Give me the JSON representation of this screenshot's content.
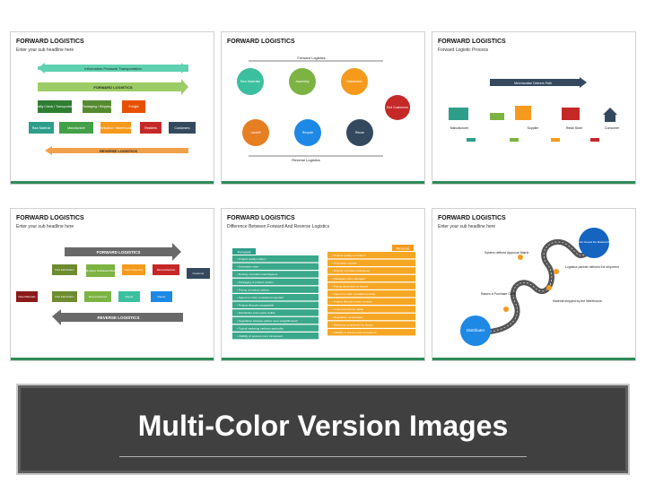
{
  "slides": [
    {
      "title": "FORWARD LOGISTICS",
      "subtitle": "Enter your sub headline here",
      "labels": {
        "info": "Information Products Transportation",
        "forward": "FORWARD LOGISTICS",
        "reverse": "REVERSE LOGISTICS",
        "raw": "Raw Material",
        "qc": "Quality Check / Transportation",
        "mfg": "Manufacture",
        "pack": "Packaging / Shipping",
        "dist": "Distribution / Warehousing",
        "freight": "Freight",
        "ret": "Retailers",
        "cust": "Customers"
      }
    },
    {
      "title": "FORWARD LOGISTICS",
      "subtitle": "Enter your sub headline here",
      "labels": {
        "forward": "Forward Logistics",
        "reverse": "Reverse Logistics",
        "raw": "Raw Materials",
        "assembly": "Assembly",
        "dist": "Distribution",
        "end": "End Customers",
        "landfill": "Landfill",
        "recycle": "Recycle",
        "reuse": "Reuse"
      }
    },
    {
      "title": "FORWARD LOGISTICS",
      "subtitle": "Forward Logistic Process",
      "labels": {
        "path": "Merchandise Delivers Path",
        "mfr": "Manufacturer",
        "sup": "Supplier",
        "retail": "Retail Store",
        "consumer": "Consumer"
      }
    },
    {
      "title": "FORWARD LOGISTICS",
      "subtitle": "Enter your sub headline here",
      "labels": {
        "forward": "FORWARD LOGISTICS",
        "reverse": "REVERSE LOGISTICS",
        "raw": "Raw Materials",
        "pf1": "Part Fabrication",
        "pf2": "Part Fabrication",
        "modules": "Modules Subassemblies",
        "pa": "Parts Assembly",
        "remf": "Remanufacture",
        "remf2": "Remanufacture",
        "repair": "Repair",
        "reuse": "Reuse",
        "customer": "Customer"
      }
    },
    {
      "title": "FORWARD LOGISTICS",
      "subtitle": "Difference Between Forward And Reverse Logistics",
      "forward_header": "Forward",
      "reverse_header": "Reverse",
      "forward_items": [
        "Product quality uniform",
        "Destination clear",
        "Routing of product unambiguous",
        "Packaging of product uniform",
        "Pricing of product uniform",
        "Speed not often considered important",
        "Product lifecycle manageable",
        "Distribution costs easily visible",
        "Negotiation between parties more straightforward",
        "Typical marketing methods applicable",
        "Visibility of process more transparent"
      ],
      "reverse_items": [
        "Product quality not uniform",
        "Destination unclear",
        "Routing of product ambiguous",
        "Packaging often damaged",
        "Pricing dependent on factors",
        "Speed not often considered priority",
        "Product lifecycle issues complex",
        "Costs less directly visible",
        "Negotiation complicated",
        "Marketing complicated by factors",
        "Visibility of process less transparent"
      ]
    },
    {
      "title": "FORWARD LOGISTICS",
      "subtitle": "Enter your sub headline here",
      "labels": {
        "distributor": "Distributer",
        "order": "Raises a Purchase Order",
        "approval": "System defined Approval Matrix",
        "partner": "Logistics partner delivers the shipment",
        "shipped": "Material shipped by the Warehouse",
        "received": "Distributor Issued the Material Receipt"
      }
    }
  ],
  "banner": {
    "title": "Multi-Color Version Images"
  },
  "colors": {
    "green": "#2e8b57",
    "teal": "#3bbf9f",
    "orange": "#f59a1c",
    "red": "#c62828",
    "blue": "#1e88e5",
    "navy": "#34495e",
    "lime": "#7cb342"
  }
}
